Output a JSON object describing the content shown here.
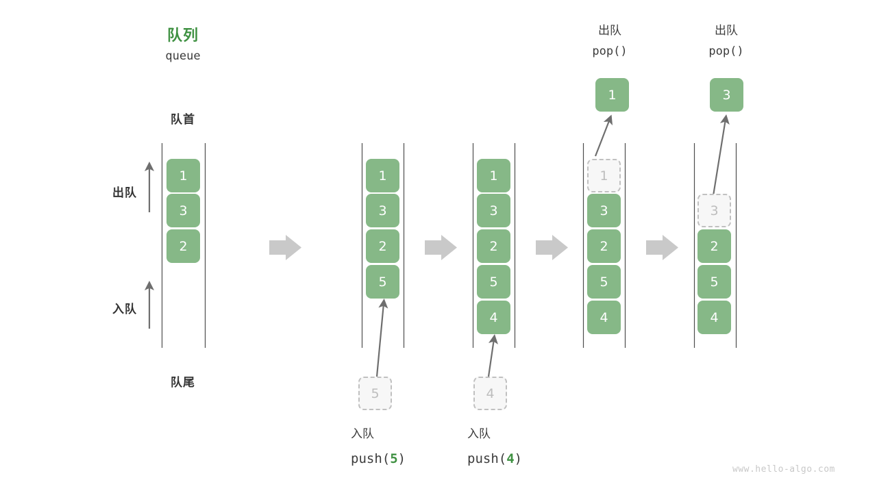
{
  "diagram": {
    "title_cn": "队列",
    "title_en": "queue",
    "front_label": "队首",
    "rear_label": "队尾",
    "dequeue_side_label": "出队",
    "enqueue_side_label": "入队",
    "watermark": "www.hello-algo.com",
    "colors": {
      "cell_green": "#86b887",
      "title_green": "#3f9142",
      "ghost_border": "#c0c0c0",
      "ghost_text": "#bdbdbd",
      "arrow_gray": "#6e6e6e",
      "step_arrow_gray": "#c9c9c9",
      "rail": "#4d4d4d"
    }
  },
  "steps": [
    {
      "id": "initial",
      "label_cn": "",
      "label_code": "",
      "cells": [
        {
          "value": "1",
          "state": "filled"
        },
        {
          "value": "3",
          "state": "filled"
        },
        {
          "value": "2",
          "state": "filled"
        }
      ]
    },
    {
      "id": "push-5",
      "label_cn": "入队",
      "label_code_prefix": "push(",
      "label_code_arg": "5",
      "label_code_suffix": ")",
      "incoming_value": "5",
      "cells": [
        {
          "value": "1",
          "state": "filled"
        },
        {
          "value": "3",
          "state": "filled"
        },
        {
          "value": "2",
          "state": "filled"
        },
        {
          "value": "5",
          "state": "filled"
        }
      ]
    },
    {
      "id": "push-4",
      "label_cn": "入队",
      "label_code_prefix": "push(",
      "label_code_arg": "4",
      "label_code_suffix": ")",
      "incoming_value": "4",
      "cells": [
        {
          "value": "1",
          "state": "filled"
        },
        {
          "value": "3",
          "state": "filled"
        },
        {
          "value": "2",
          "state": "filled"
        },
        {
          "value": "5",
          "state": "filled"
        },
        {
          "value": "4",
          "state": "filled"
        }
      ]
    },
    {
      "id": "pop-1",
      "label_cn": "出队",
      "label_code": "pop()",
      "popped_value": "1",
      "cells": [
        {
          "value": "1",
          "state": "ghost"
        },
        {
          "value": "3",
          "state": "filled"
        },
        {
          "value": "2",
          "state": "filled"
        },
        {
          "value": "5",
          "state": "filled"
        },
        {
          "value": "4",
          "state": "filled"
        }
      ]
    },
    {
      "id": "pop-3",
      "label_cn": "出队",
      "label_code": "pop()",
      "popped_value": "3",
      "cells": [
        {
          "value": "",
          "state": "empty"
        },
        {
          "value": "3",
          "state": "ghost"
        },
        {
          "value": "2",
          "state": "filled"
        },
        {
          "value": "5",
          "state": "filled"
        },
        {
          "value": "4",
          "state": "filled"
        }
      ]
    }
  ]
}
